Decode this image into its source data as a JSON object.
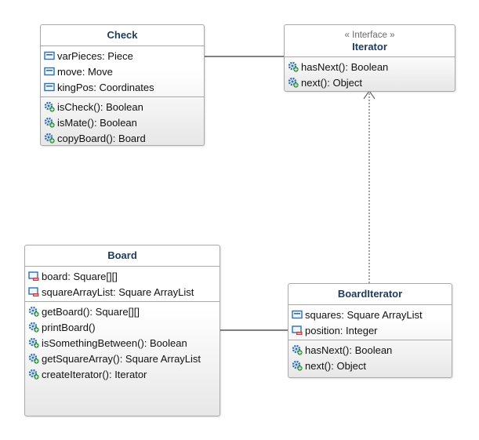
{
  "classes": {
    "check": {
      "name": "Check",
      "attributes": [
        {
          "text": "varPieces: Piece",
          "visibility": "package"
        },
        {
          "text": "move: Move",
          "visibility": "package"
        },
        {
          "text": "kingPos: Coordinates",
          "visibility": "package"
        }
      ],
      "operations": [
        {
          "text": "isCheck(): Boolean"
        },
        {
          "text": "isMate(): Boolean"
        },
        {
          "text": "copyBoard(): Board"
        }
      ]
    },
    "iterator": {
      "stereotype": "« Interface »",
      "name": "Iterator",
      "operations": [
        {
          "text": "hasNext(): Boolean"
        },
        {
          "text": "next(): Object"
        }
      ]
    },
    "board": {
      "name": "Board",
      "attributes": [
        {
          "text": "board: Square[][]",
          "visibility": "private"
        },
        {
          "text": "squareArrayList: Square ArrayList",
          "visibility": "private"
        }
      ],
      "operations": [
        {
          "text": "getBoard(): Square[][]"
        },
        {
          "text": "printBoard()"
        },
        {
          "text": "isSomethingBetween(): Boolean"
        },
        {
          "text": "getSquareArray(): Square ArrayList"
        },
        {
          "text": "createIterator(): Iterator"
        }
      ]
    },
    "boarditerator": {
      "name": "BoardIterator",
      "attributes": [
        {
          "text": "squares: Square ArrayList",
          "visibility": "package"
        },
        {
          "text": "position: Integer",
          "visibility": "private"
        }
      ],
      "operations": [
        {
          "text": "hasNext(): Boolean"
        },
        {
          "text": "next(): Object"
        }
      ]
    }
  },
  "relationships": [
    {
      "from": "Check",
      "to": "Iterator",
      "kind": "association"
    },
    {
      "from": "Board",
      "to": "BoardIterator",
      "kind": "association"
    },
    {
      "from": "BoardIterator",
      "to": "Iterator",
      "kind": "realization"
    }
  ],
  "colors": {
    "title": "#1d3a5c",
    "border": "#a9a9a9",
    "icon_blue": "#2f6fb0",
    "icon_green": "#2f9e3a",
    "icon_red": "#d23a3a"
  }
}
